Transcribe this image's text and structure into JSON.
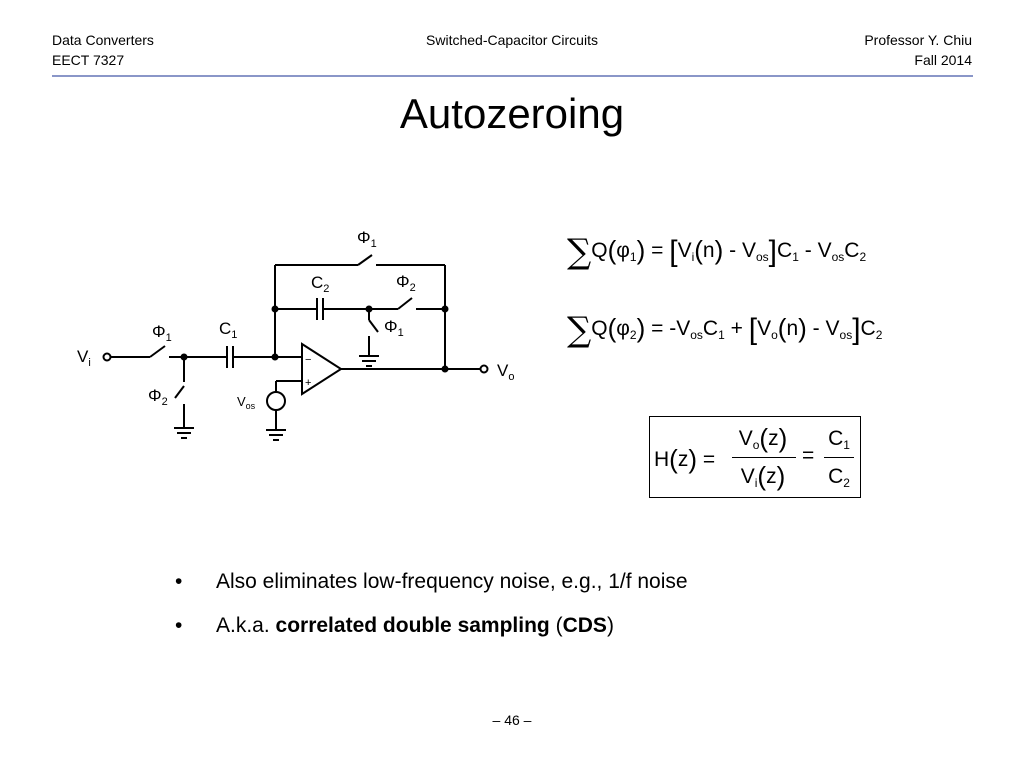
{
  "header": {
    "left": [
      "Data Converters",
      "EECT 7327"
    ],
    "center": "Switched-Capacitor Circuits",
    "right": [
      "Professor Y. Chiu",
      "Fall 2014"
    ]
  },
  "title": "Autozeroing",
  "circuit": {
    "input_label": "V",
    "input_sub": "i",
    "output_label": "V",
    "output_sub": "o",
    "phi": "Φ",
    "phi1_sub": "1",
    "phi2_sub": "2",
    "c1_label": "C",
    "c1_sub": "1",
    "c2_label": "C",
    "c2_sub": "2",
    "vos_label": "V",
    "vos_sub": "os",
    "opamp_minus": "−",
    "opamp_plus": "+"
  },
  "equations": {
    "eq1": {
      "sum": "∑",
      "Q": "Q",
      "phi": "φ",
      "phi_sub": "1",
      "rhs_a": "V",
      "rhs_a_sub": "i",
      "n": "n",
      "minus": "-",
      "vos": "V",
      "vos_sub": "os",
      "c1": "C",
      "c1_sub": "1",
      "vos2": "V",
      "vos2_sub": "os",
      "c2": "C",
      "c2_sub": "2"
    },
    "eq2": {
      "sum": "∑",
      "Q": "Q",
      "phi": "φ",
      "phi_sub": "2",
      "lead": "= -V",
      "lead_sub": "os",
      "c1": "C",
      "c1_sub": "1",
      "plus": "+",
      "vo": "V",
      "vo_sub": "o",
      "n": "n",
      "minus": "-",
      "vos": "V",
      "vos_sub": "os",
      "c2": "C",
      "c2_sub": "2"
    },
    "transfer": {
      "lhs": "H",
      "z": "z",
      "eq": "=",
      "num": "V",
      "num_sub": "o",
      "den": "V",
      "den_sub": "i",
      "num2": "C",
      "num2_sub": "1",
      "den2": "C",
      "den2_sub": "2"
    }
  },
  "bullets": {
    "b1": "Also eliminates low-frequency noise, e.g., 1/f noise",
    "b2_pre": "A.k.a. ",
    "b2_bold": "correlated double sampling",
    "b2_mid": " (",
    "b2_bold2": "CDS",
    "b2_end": ")",
    "marker": "•"
  },
  "page_number": "– 46 –"
}
